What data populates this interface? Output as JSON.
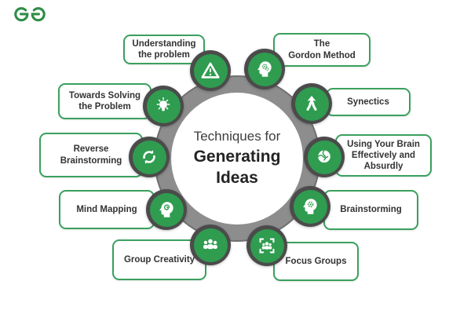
{
  "page": {
    "title": "Techniques for Generating Ideas infographic"
  },
  "logo": {
    "name": "geeksforgeeks-logo",
    "color": "#2F8D46"
  },
  "hub": {
    "subtitle": "Techniques for",
    "title": "Generating\nIdeas"
  },
  "colors": {
    "green_accent": "#2f9c4f",
    "green_border": "#3aa05e",
    "ring_gray": "#8d8d8d",
    "badge_ring_gray": "#4b4b4b",
    "text_dark": "#333333"
  },
  "techniques": [
    {
      "label": "Understanding\nthe problem",
      "icon": "warning-triangle-icon"
    },
    {
      "label": "The\nGordon Method",
      "icon": "head-gears-icon"
    },
    {
      "label": "Towards Solving\nthe Problem",
      "icon": "lightbulb-icon"
    },
    {
      "label": "Synectics",
      "icon": "branching-arrow-icon"
    },
    {
      "label": "Reverse\nBrainstorming",
      "icon": "cycle-arrows-icon"
    },
    {
      "label": "Using Your Brain\nEffectively and\nAbsurdly",
      "icon": "brain-icon"
    },
    {
      "label": "Mind Mapping",
      "icon": "head-spiral-icon"
    },
    {
      "label": "Brainstorming",
      "icon": "head-gear-icon"
    },
    {
      "label": "Group Creativity",
      "icon": "people-group-icon"
    },
    {
      "label": "Focus Groups",
      "icon": "focus-frame-people-icon"
    }
  ]
}
